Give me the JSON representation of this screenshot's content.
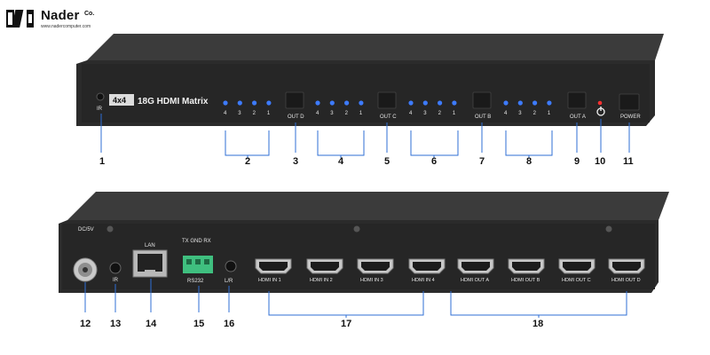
{
  "brand": {
    "name": "Nader",
    "suffix": "Co.",
    "website": "www.nadercomputer.com"
  },
  "front_panel": {
    "model_badge": "4x4",
    "model_title": "18G HDMI Matrix",
    "ir_label": "IR",
    "groups": [
      {
        "output": "OUT D",
        "leds": [
          "4",
          "3",
          "2",
          "1"
        ]
      },
      {
        "output": "OUT C",
        "leds": [
          "4",
          "3",
          "2",
          "1"
        ]
      },
      {
        "output": "OUT B",
        "leds": [
          "4",
          "3",
          "2",
          "1"
        ]
      },
      {
        "output": "OUT A",
        "leds": [
          "4",
          "3",
          "2",
          "1"
        ]
      }
    ],
    "power_label": "POWER",
    "callouts": [
      "1",
      "2",
      "3",
      "4",
      "5",
      "6",
      "7",
      "8",
      "9",
      "10",
      "11"
    ]
  },
  "rear_panel": {
    "dc_label": "DC/5V",
    "ir_label": "IR",
    "lan_label": "LAN",
    "rs232_pins_label": "TX GND RX",
    "rs232_label": "RS232",
    "lr_label": "L/R",
    "hdmi_ports": [
      "HDMI IN 1",
      "HDMI IN 2",
      "HDMI IN 3",
      "HDMI IN 4",
      "HDMI OUT A",
      "HDMI OUT B",
      "HDMI OUT C",
      "HDMI OUT D"
    ],
    "callouts": [
      "12",
      "13",
      "14",
      "15",
      "16",
      "17",
      "18"
    ]
  },
  "colors": {
    "chassis": "#2a2a2a",
    "chassis_top": "#3a3a3a",
    "led_blue": "#3d7bff",
    "led_red": "#ff3030",
    "callout_line": "#2f6fd6",
    "terminal_green": "#3fbf7f"
  }
}
